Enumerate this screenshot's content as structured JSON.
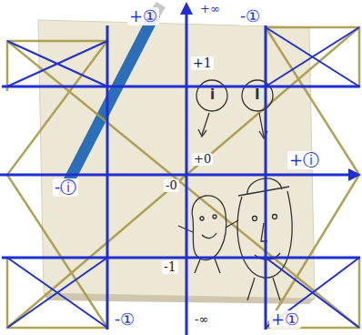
{
  "diagram": {
    "labels": [
      "+①",
      "+∞",
      "-①",
      "+1",
      "+ⓘ",
      "-ⓘ",
      "+0",
      "-0",
      "-1",
      "-①",
      "-∞",
      "+①",
      "i",
      "I"
    ]
  }
}
